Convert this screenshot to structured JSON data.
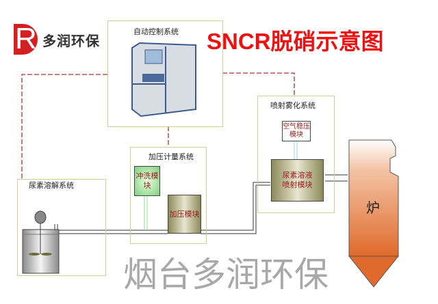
{
  "logo": {
    "letter": "R",
    "text": "多润环保"
  },
  "title": "SNCR脱硝示意图",
  "systems": {
    "control": "自动控制系统",
    "spray": "喷射雾化系统",
    "metering": "加压计量系统",
    "dissolve": "尿素溶解系统"
  },
  "modules": {
    "air": "空气稳压模块",
    "flush": "冲洗模块",
    "pressure": "加压模块",
    "urea_spray": "尿素溶液喷射模块"
  },
  "furnace": "炉",
  "watermark": "烟台多润环保",
  "colors": {
    "title": "#ee1111",
    "logo": "#d42020",
    "signal_line": "#b03030",
    "furnace": "#e06a2c"
  }
}
